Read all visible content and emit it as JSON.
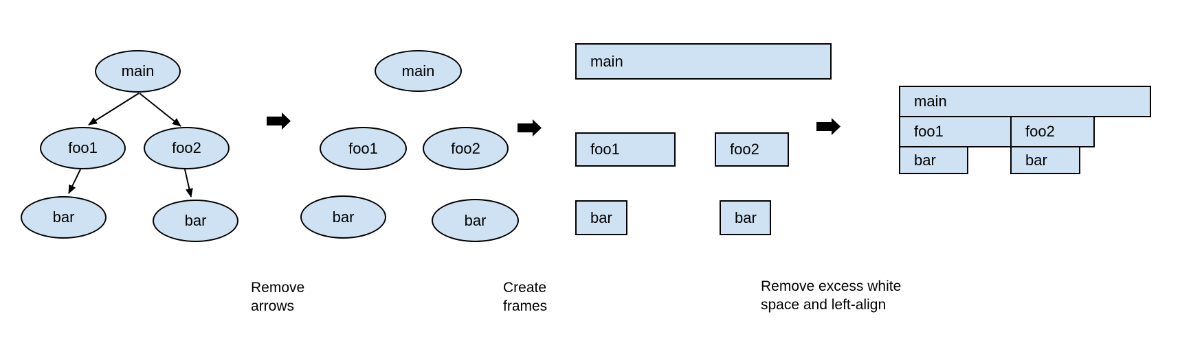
{
  "colors": {
    "node_fill": "#cfe2f3",
    "node_stroke": "#000000",
    "arrow_color": "#000000",
    "text_color": "#000000",
    "background": "#ffffff"
  },
  "stage_call_tree": {
    "main": "main",
    "foo1": "foo1",
    "foo2": "foo2",
    "bar_left": "bar",
    "bar_right": "bar"
  },
  "stage_no_arrows": {
    "main": "main",
    "foo1": "foo1",
    "foo2": "foo2",
    "bar_left": "bar",
    "bar_right": "bar"
  },
  "stage_frames": {
    "main": "main",
    "foo1": "foo1",
    "foo2": "foo2",
    "bar_left": "bar",
    "bar_right": "bar"
  },
  "stage_flame_graph": {
    "main": "main",
    "foo1": "foo1",
    "foo2": "foo2",
    "bar_left": "bar",
    "bar_right": "bar"
  },
  "captions": {
    "step1": "Remove\narrows",
    "step2": "Create\nframes",
    "step3": "Remove excess white\nspace and left-align"
  }
}
